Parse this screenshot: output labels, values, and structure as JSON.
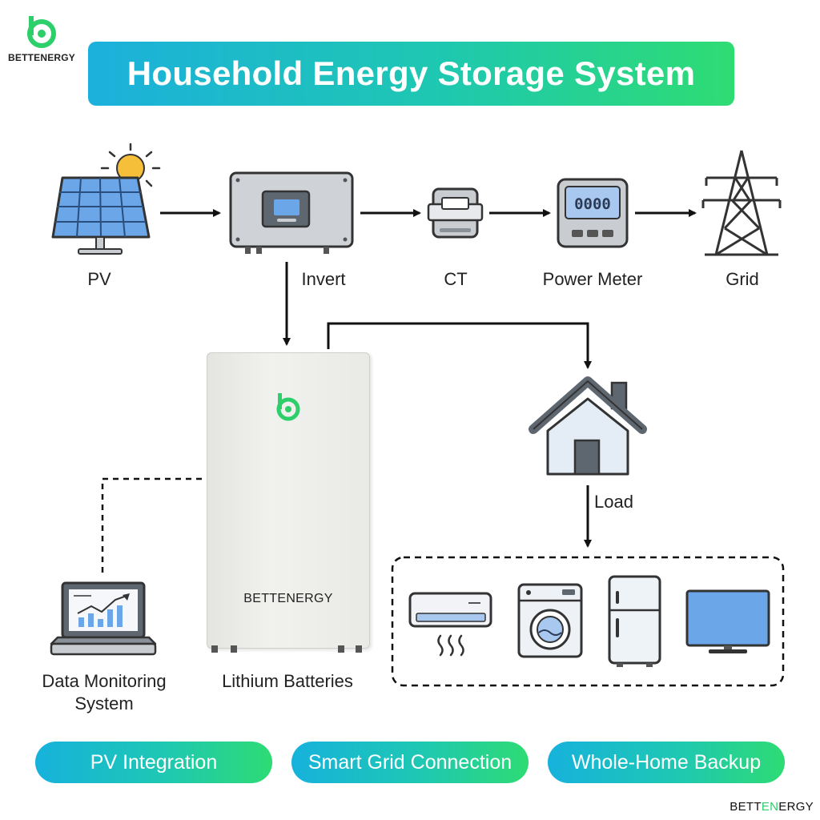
{
  "header": {
    "brand": "BETTENERGY",
    "title": "Household Energy Storage System"
  },
  "nodes": {
    "pv": "PV",
    "inverter": "Invert",
    "ct": "CT",
    "meter": "Power Meter",
    "meter_display": "0000",
    "grid": "Grid",
    "load": "Load",
    "battery_brand": "BETTENERGY",
    "battery": "Lithium Batteries",
    "monitoring_line1": "Data Monitoring",
    "monitoring_line2": "System"
  },
  "features": [
    "PV Integration",
    "Smart Grid Connection",
    "Whole-Home Backup"
  ],
  "footer": {
    "brand_prefix": "BETT",
    "brand_highlight": "EN",
    "brand_suffix": "ERGY"
  },
  "colors": {
    "brand_green": "#2ccf6a",
    "title_gradient_start": "#1cb0dc",
    "title_gradient_end": "#2fdc72",
    "icon_blue": "#6aa6e8",
    "icon_gray": "#c9ccd1",
    "sun": "#f6bf3a"
  }
}
